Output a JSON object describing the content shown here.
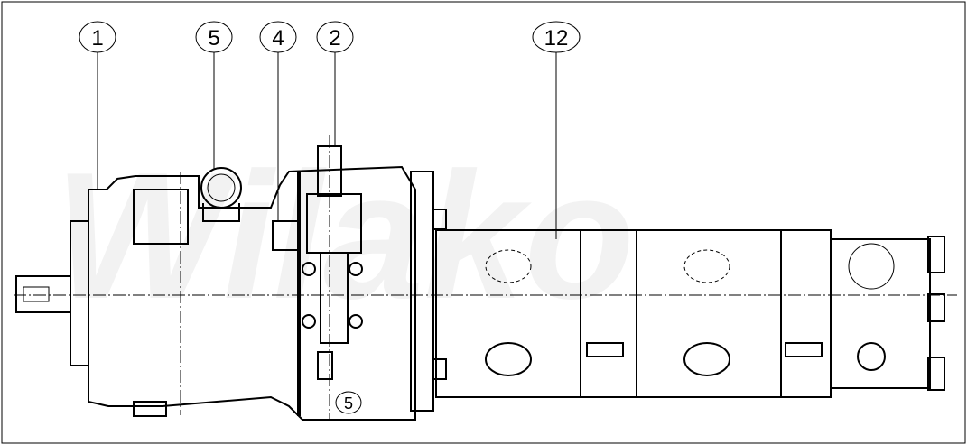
{
  "watermark": "Wilako",
  "callouts": [
    {
      "label": "1"
    },
    {
      "label": "5"
    },
    {
      "label": "4"
    },
    {
      "label": "2"
    },
    {
      "label": "12"
    }
  ],
  "inline_label": "5"
}
